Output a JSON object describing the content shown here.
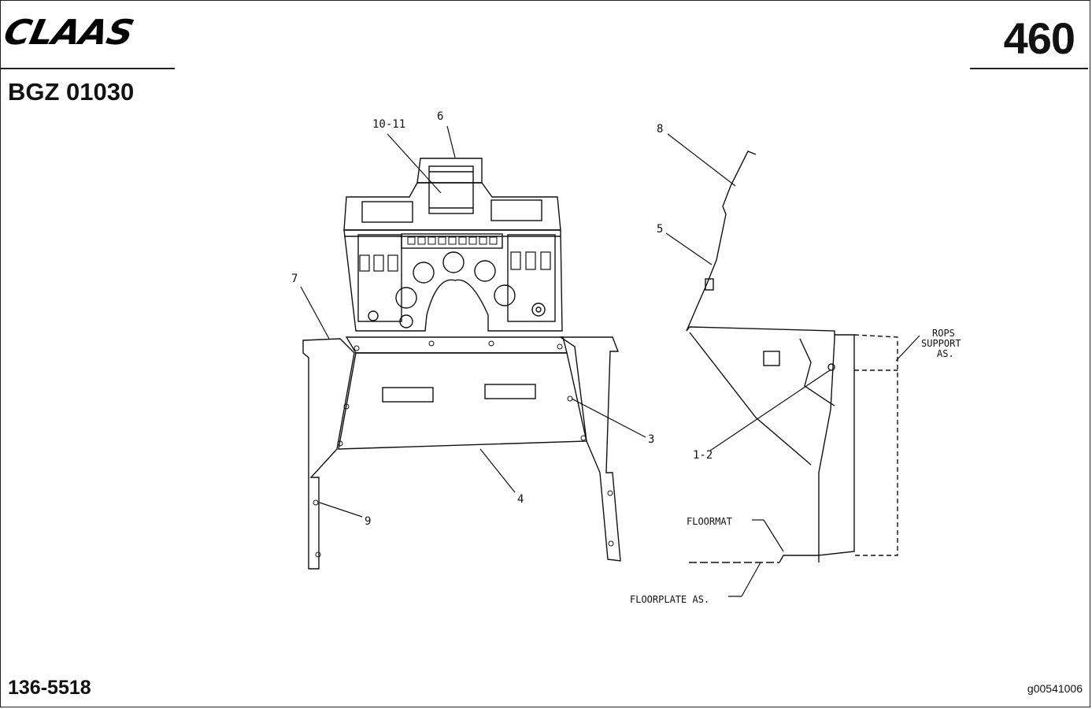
{
  "header": {
    "brand": "CLAAS",
    "page_number": "460",
    "model_code": "BGZ 01030"
  },
  "footer": {
    "part_number": "136-5518",
    "image_id": "g00541006"
  },
  "callouts": {
    "c10_11": "10-11",
    "c6": "6",
    "c7": "7",
    "c3": "3",
    "c4": "4",
    "c9": "9",
    "c8": "8",
    "c5": "5",
    "c1_2": "1-2",
    "rops_1": "ROPS",
    "rops_2": "SUPPORT",
    "rops_3": "AS.",
    "floormat": "FLOORMAT",
    "floorplate": "FLOORPLATE AS."
  },
  "colors": {
    "ink": "#111111",
    "paper": "#ffffff"
  }
}
